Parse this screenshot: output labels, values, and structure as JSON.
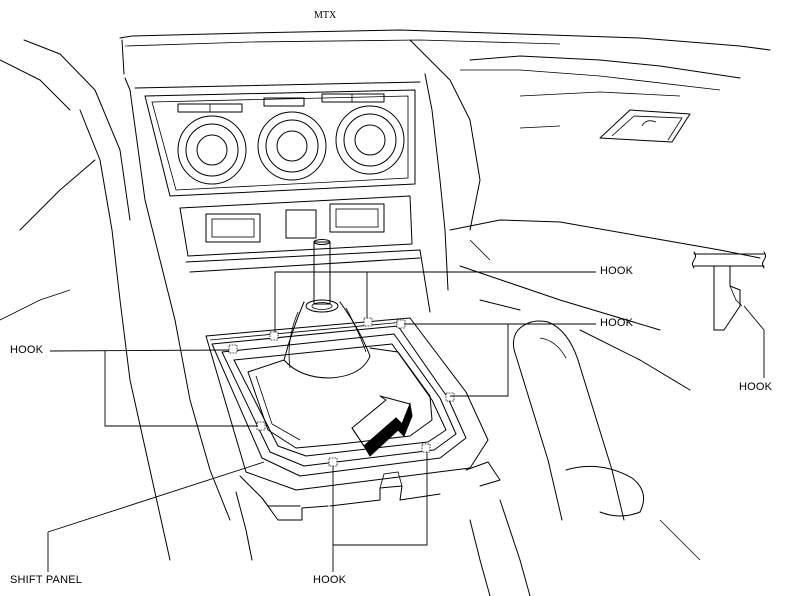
{
  "title": "MTX",
  "labels": {
    "hook_top": "HOOK",
    "hook_right": "HOOK",
    "hook_left": "HOOK",
    "hook_detail": "HOOK",
    "hook_bottom": "HOOK",
    "shift_panel": "SHIFT PANEL"
  }
}
